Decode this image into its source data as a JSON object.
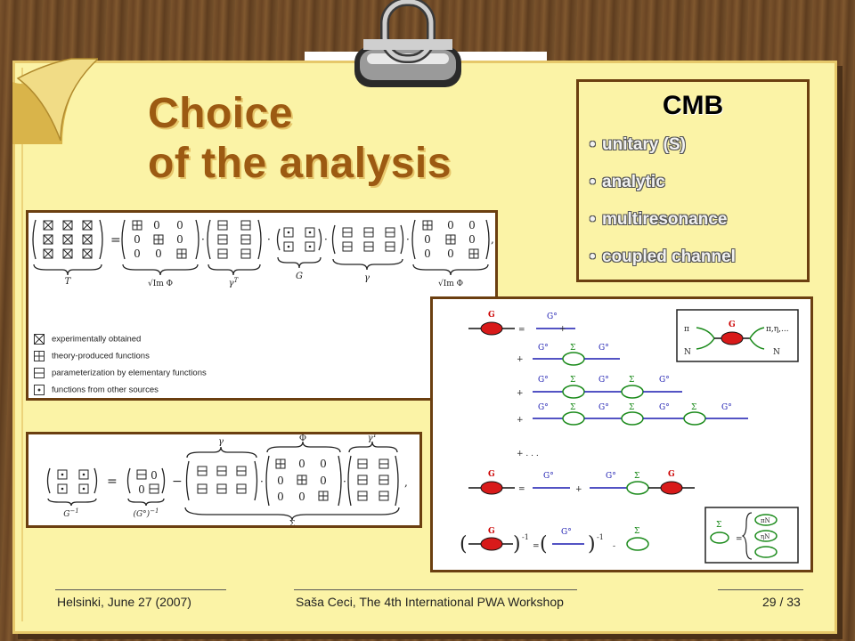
{
  "slide": {
    "title_line1": "Choice",
    "title_line2": "of the analysis"
  },
  "cmb_box": {
    "heading": "CMB",
    "items": [
      "unitary (S)",
      "analytic",
      "multiresonance",
      "coupled channel"
    ]
  },
  "matrix_panel": {
    "labels": {
      "T": "T",
      "sqrtIm": "√Im Φ",
      "gammaT": "γ",
      "gammaT_sup": "T",
      "G": "G",
      "gamma": "γ"
    },
    "legend": [
      "experimentally obtained",
      "theory-produced functions",
      "parameterization by elementary functions",
      "functions from other sources"
    ]
  },
  "inverse_panel": {
    "labels": {
      "Ginv": "G",
      "Ginv_sup": "−1",
      "G0inv": "(G°)",
      "G0inv_sup": "−1",
      "gamma": "γ",
      "Phi": "Φ",
      "gammaT": "γ",
      "gammaT_sup": "T",
      "Sigma": "Σ"
    }
  },
  "dyson_panel": {
    "G": "G",
    "Go": "G°",
    "Sigma": "Σ",
    "equals": "=",
    "plus": "+",
    "minus": "-",
    "dots": "+ . . .",
    "pi": "π",
    "N": "N",
    "out_channels": "π,η,...",
    "inverse": "-1",
    "channel_piN": "πN",
    "channel_etaN": "ηN"
  },
  "footer": {
    "left": "Helsinki, June 27 (2007)",
    "center": "Saša Ceci, The 4th International PWA Workshop",
    "right": "29 / 33"
  }
}
